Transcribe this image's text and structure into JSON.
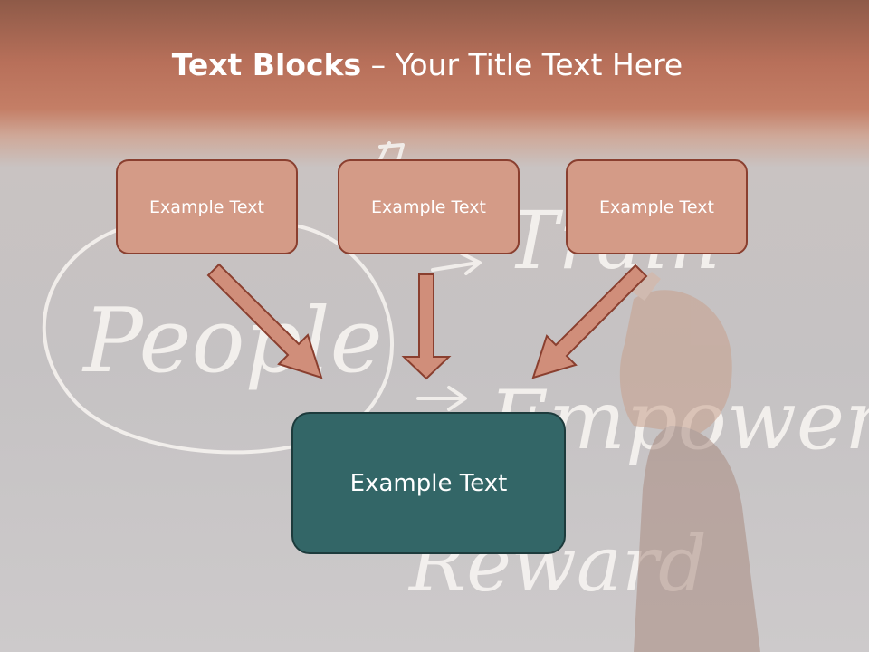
{
  "title": {
    "bold": "Text Blocks",
    "dash": "–",
    "rest": "Your Title Text Here"
  },
  "boxes": [
    {
      "label": "Example Text"
    },
    {
      "label": "Example Text"
    },
    {
      "label": "Example Text"
    }
  ],
  "main_box": {
    "label": "Example Text"
  },
  "background_words": [
    "People",
    "Train",
    "Empower",
    "Reward"
  ],
  "colors": {
    "header": "#b8705a",
    "box_fill": "#d49b87",
    "box_border": "#8a3f2f",
    "main_fill": "#336667",
    "main_border": "#1d3b3c",
    "arrow_fill": "#d08e7a",
    "arrow_stroke": "#8a3f2f"
  }
}
